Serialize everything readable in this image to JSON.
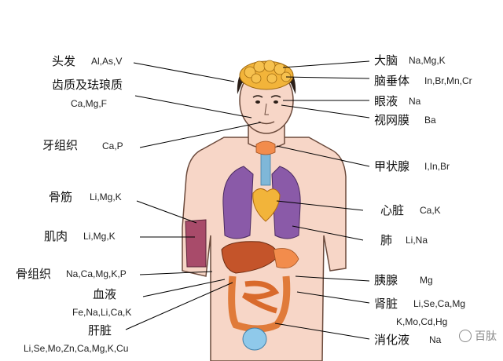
{
  "labels": [
    {
      "organ": "头发",
      "elements": "Al,As,V"
    },
    {
      "organ": "齿质及珐琅质",
      "elements": "Ca,Mg,F"
    },
    {
      "organ": "牙组织",
      "elements": "Ca,P"
    },
    {
      "organ": "骨筋",
      "elements": "Li,Mg,K"
    },
    {
      "organ": "肌肉",
      "elements": "Li,Mg,K"
    },
    {
      "organ": "骨组织",
      "elements": "Na,Ca,Mg,K,P"
    },
    {
      "organ": "血液",
      "elements": "Fe,Na,Li,Ca,K"
    },
    {
      "organ": "肝脏",
      "elements": "Li,Se,Mo,Zn,Ca,Mg,K,Cu"
    },
    {
      "organ": "大脑",
      "elements": "Na,Mg,K"
    },
    {
      "organ": "脑垂体",
      "elements": "In,Br,Mn,Cr"
    },
    {
      "organ": "眼液",
      "elements": "Na"
    },
    {
      "organ": "视网膜",
      "elements": "Ba"
    },
    {
      "organ": "甲状腺",
      "elements": "I,In,Br"
    },
    {
      "organ": "心脏",
      "elements": "Ca,K"
    },
    {
      "organ": "肺",
      "elements": "Li,Na"
    },
    {
      "organ": "胰腺",
      "elements": "Mg"
    },
    {
      "organ": "肾脏",
      "elements": "Li,Se,Ca,Mg",
      "elements_line2": "K,Mo,Cd,Hg"
    },
    {
      "organ": "消化液",
      "elements": "Na"
    }
  ],
  "watermark": "百肽",
  "colors": {
    "skin": "#f7d6c7",
    "skin_outline": "#6b4a3c",
    "hair": "#2a1d16",
    "brain": "#f2b43a",
    "lung": "#8a5aa8",
    "liver": "#c4542a",
    "muscle": "#a84b6a",
    "intestine": "#e07b3a",
    "bladder": "#8fc9ea",
    "trachea": "#7fb7d8",
    "leader_line": "#000000"
  }
}
